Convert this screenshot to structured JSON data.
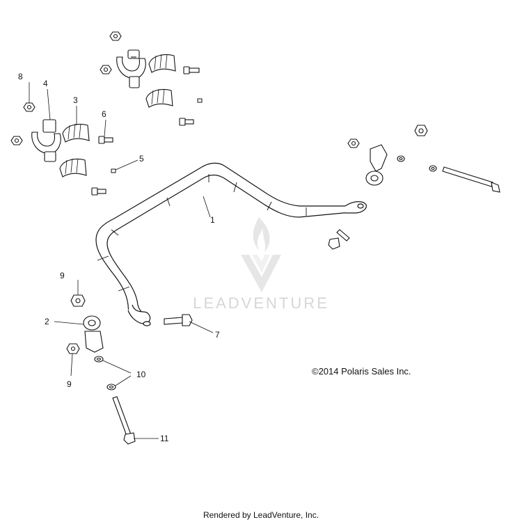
{
  "callouts": {
    "c1": "1",
    "c2": "2",
    "c3": "3",
    "c4": "4",
    "c5": "5",
    "c6": "6",
    "c7": "7",
    "c8": "8",
    "c9a": "9",
    "c9b": "9",
    "c10": "10",
    "c11": "11"
  },
  "watermark": {
    "text": "LEADVENTURE"
  },
  "copyright": "©2014 Polaris Sales Inc.",
  "footer": "Rendered by LeadVenture, Inc."
}
